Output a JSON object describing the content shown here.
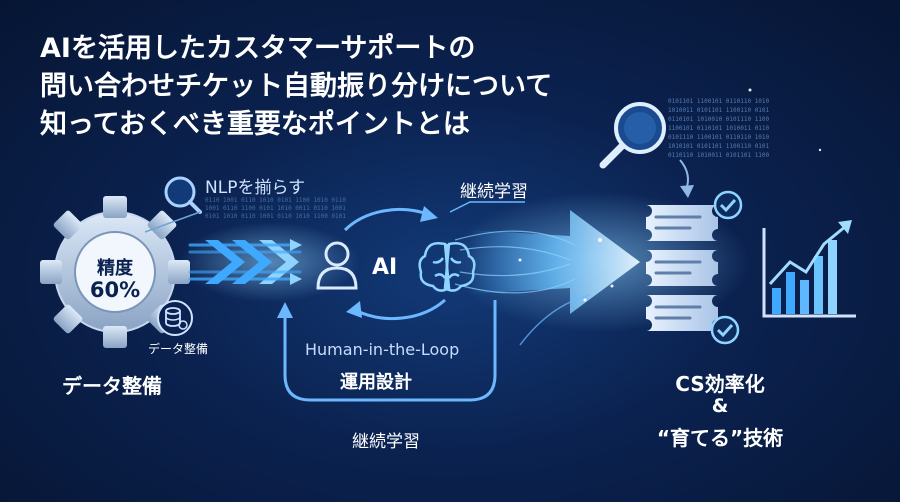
{
  "title": {
    "line1": "AIを活用したカスタマーサポートの",
    "line2": "問い合わせチケット自動振り分けについて",
    "line3": "知っておくべき重要なポイントとは"
  },
  "left": {
    "gear_line1": "精度",
    "gear_percent": "60%",
    "small_label": "データ整備",
    "main_label": "データ整備"
  },
  "nlp": {
    "label": "NLPを揃らす"
  },
  "center": {
    "ai_label": "AI",
    "top_loop_label": "継続学習",
    "hitl_label": "Human-in-the-Loop",
    "operation_label": "運用設計",
    "bottom_loop_label": "継続学習"
  },
  "right": {
    "line1": "CS効率化",
    "line2": "&",
    "line3": "“育てる”技術"
  },
  "colors": {
    "background": "#0b2250",
    "accent": "#3fa9ff",
    "glow": "#8fd3ff",
    "text": "#ffffff"
  }
}
